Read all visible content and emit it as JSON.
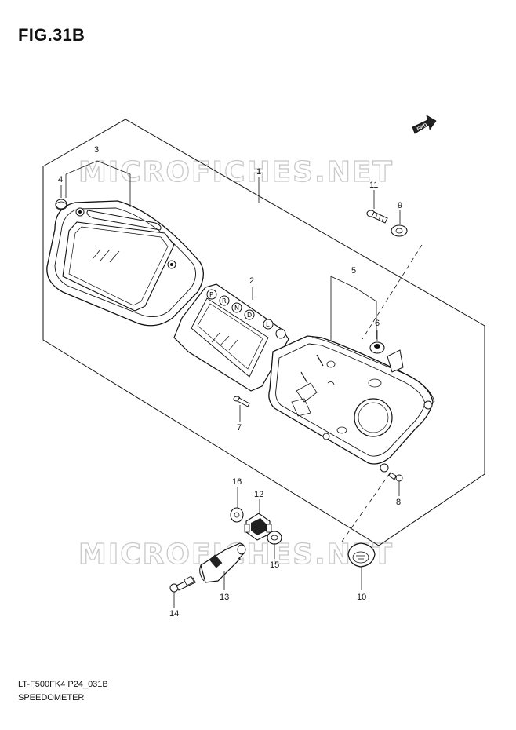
{
  "figure": {
    "title": "FIG.31B"
  },
  "footer": {
    "code": "LT-F500FK4 P24_031B",
    "name": "SPEEDOMETER"
  },
  "fwd_label": "FWD",
  "watermark": "MICROFICHES.NET",
  "parts": {
    "p1": "1",
    "p2": "2",
    "p3": "3",
    "p4": "4",
    "p5": "5",
    "p6": "6",
    "p7": "7",
    "p8": "8",
    "p9": "9",
    "p10": "10",
    "p11": "11",
    "p12": "12",
    "p13": "13",
    "p14": "14",
    "p15": "15",
    "p16": "16"
  },
  "gear_letters": [
    "P",
    "R",
    "N",
    "D",
    "L"
  ]
}
